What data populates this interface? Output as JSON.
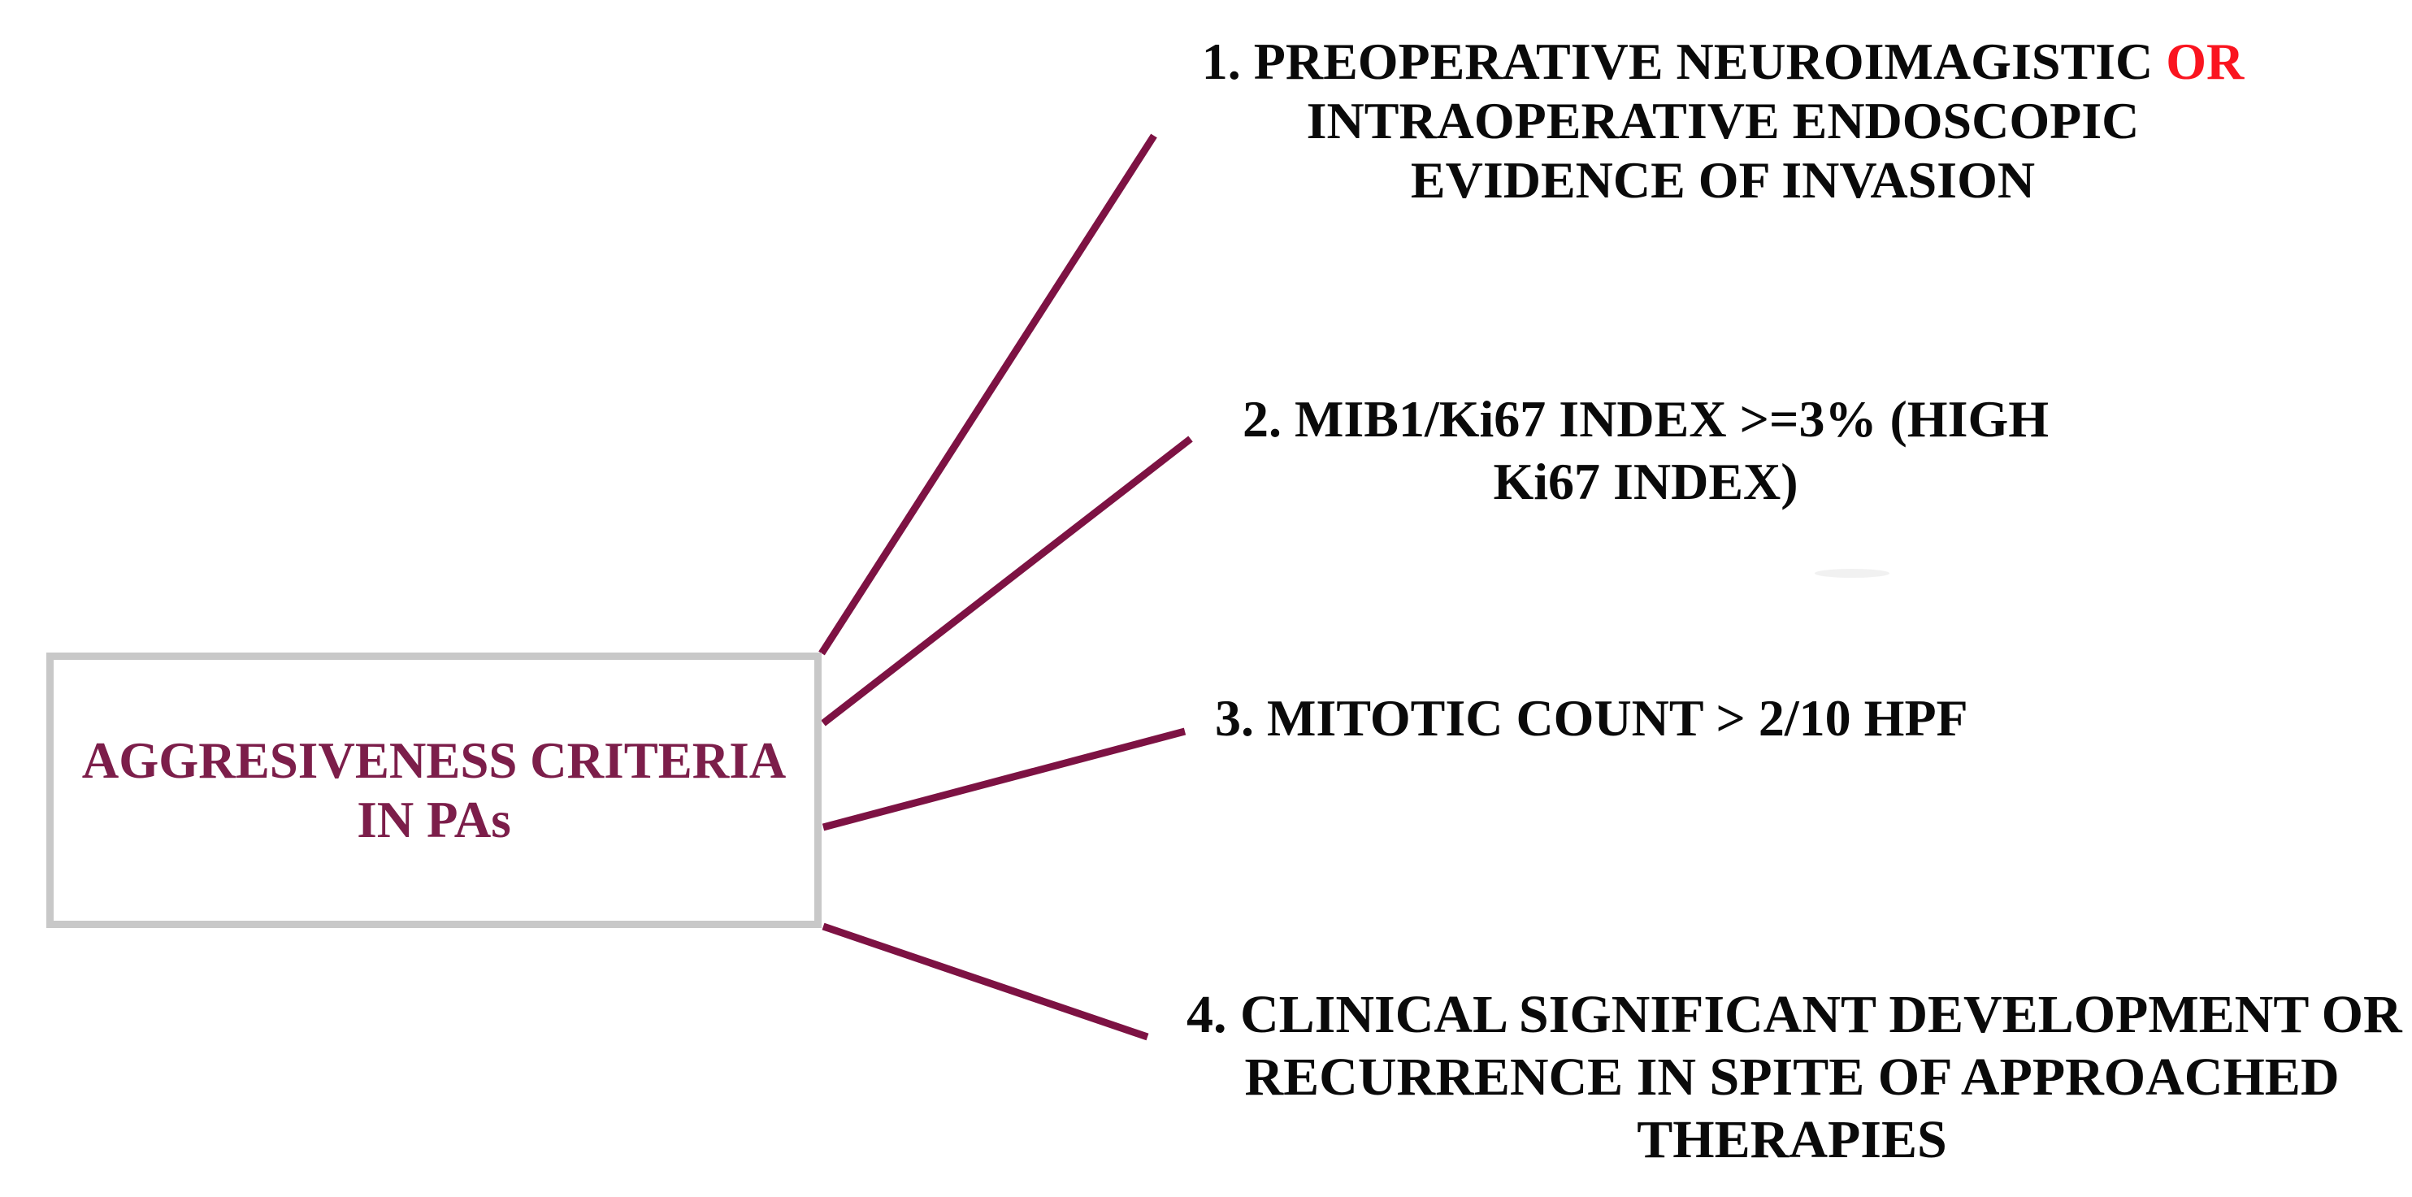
{
  "figure": {
    "background": "#ffffff",
    "root_box": {
      "line1": "AGGRESIVENESS CRITERIA",
      "line2": "IN PAs",
      "text_color": "#7C1E4A",
      "border_color": "#C8C8C8"
    },
    "criteria": [
      {
        "number": 1,
        "prefix": "1. PREOPERATIVE NEUROIMAGISTIC ",
        "highlight": "OR",
        "highlight_color": "#FA141F",
        "line2": "INTRAOPERATIVE ENDOSCOPIC",
        "line3": "EVIDENCE OF INVASION"
      },
      {
        "number": 2,
        "line1": "2. MIB1/Ki67 INDEX >=3% (HIGH",
        "line2": "Ki67 INDEX)"
      },
      {
        "number": 3,
        "line1": "3. MITOTIC COUNT > 2/10 HPF"
      },
      {
        "number": 4,
        "line1": "4. CLINICAL SIGNIFICANT DEVELOPMENT OR",
        "line2": "RECURRENCE IN SPITE OF APPROACHED",
        "line3": "THERAPIES"
      }
    ],
    "connector_color": "#7D1243",
    "text_color": "#0A0A0A"
  }
}
